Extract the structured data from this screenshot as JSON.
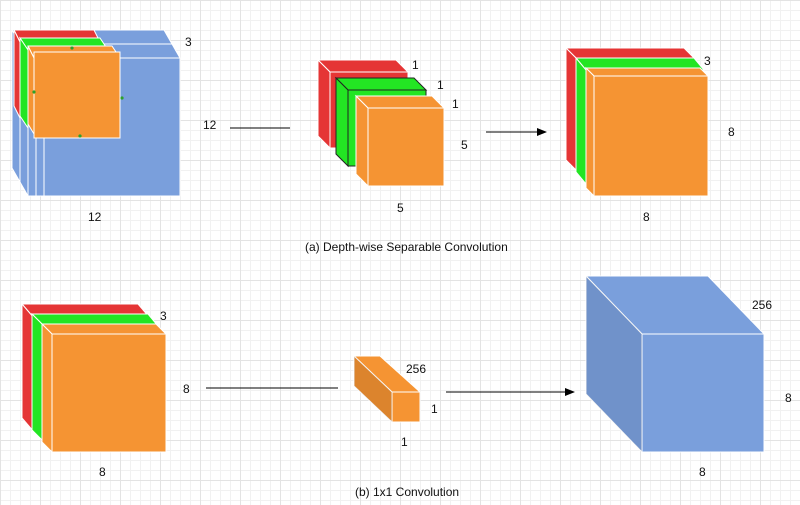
{
  "colors": {
    "red": "#e53535",
    "green": "#23e523",
    "orange": "#f59433",
    "blue": "#7a9fdc",
    "edge": "#ffffff",
    "dark_edge": "#222222"
  },
  "section_a": {
    "caption": "(a) Depth-wise Separable Convolution",
    "input_depth": "3",
    "input_height": "12",
    "input_width": "12",
    "kernel_depth_red": "1",
    "kernel_depth_green": "1",
    "kernel_depth_orange": "1",
    "kernel_height": "5",
    "kernel_width": "5",
    "output_depth": "3",
    "output_height": "8",
    "output_width": "8"
  },
  "section_b": {
    "caption": "(b) 1x1 Convolution",
    "input_depth": "3",
    "input_height": "8",
    "input_width": "8",
    "kernel_depth": "256",
    "kernel_height": "1",
    "kernel_width": "1",
    "output_depth": "256",
    "output_height": "8",
    "output_width": "8"
  }
}
